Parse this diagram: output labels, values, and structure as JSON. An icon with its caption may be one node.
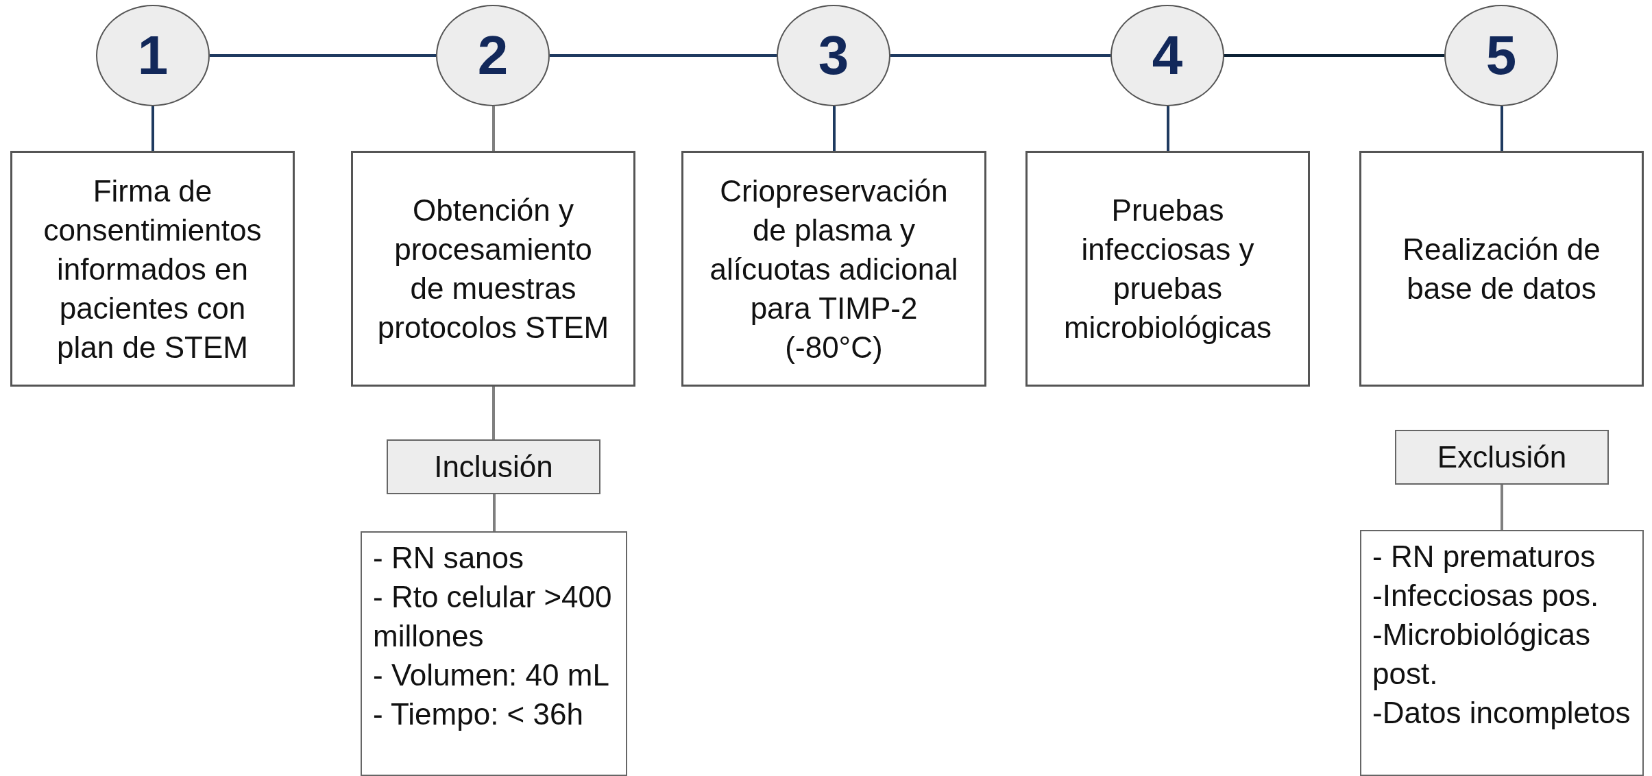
{
  "diagram": {
    "nodes": [
      {
        "text": [
          "1"
        ]
      },
      {
        "text": [
          "2"
        ]
      },
      {
        "text": [
          "3"
        ]
      },
      {
        "text": [
          "4"
        ]
      },
      {
        "text": [
          "5"
        ]
      },
      {
        "text": [
          "Firma de consentimientos informados en pacientes con plan de STEM"
        ]
      },
      {
        "text": [
          "Obtención y procesamiento de muestras protocolos STEM"
        ]
      },
      {
        "text": [
          "Criopreservación de plasma y alícuotas adicional para TIMP-2  (-80°C)"
        ]
      },
      {
        "text": [
          "Pruebas infecciosas y pruebas microbiológicas"
        ]
      },
      {
        "text": [
          "Realización de base de datos"
        ]
      },
      {
        "text": [
          "Inclusión"
        ]
      },
      {
        "text": [
          "- RN sanos",
          "- Rto celular >400 millones",
          "- Volumen: 40 mL",
          "- Tiempo: < 36h"
        ]
      },
      {
        "text": [
          "Exclusión"
        ]
      },
      {
        "text": [
          "- RN prematuros",
          "-Infecciosas pos.",
          "-Microbiológicas post.",
          "-Datos incompletos"
        ]
      }
    ],
    "edges": [
      {
        "from": 0,
        "to": 1,
        "arrow": "none"
      },
      {
        "from": 1,
        "to": 2,
        "arrow": "none"
      },
      {
        "from": 2,
        "to": 3,
        "arrow": "none"
      },
      {
        "from": 3,
        "to": 4,
        "arrow": "none",
        "color": "#0d2235"
      },
      {
        "from": 0,
        "to": 5,
        "arrow": "none"
      },
      {
        "from": 1,
        "to": 6,
        "arrow": "none",
        "color": "#7f7f7f"
      },
      {
        "from": 2,
        "to": 7,
        "arrow": "none"
      },
      {
        "from": 3,
        "to": 8,
        "arrow": "none"
      },
      {
        "from": 4,
        "to": 9,
        "arrow": "none"
      },
      {
        "from": 6,
        "to": 10,
        "arrow": "none",
        "color": "#7f7f7f"
      },
      {
        "from": 10,
        "to": 11,
        "arrow": "none",
        "color": "#7f7f7f"
      },
      {
        "from": 12,
        "to": 13,
        "arrow": "none",
        "color": "#7f7f7f"
      }
    ]
  }
}
